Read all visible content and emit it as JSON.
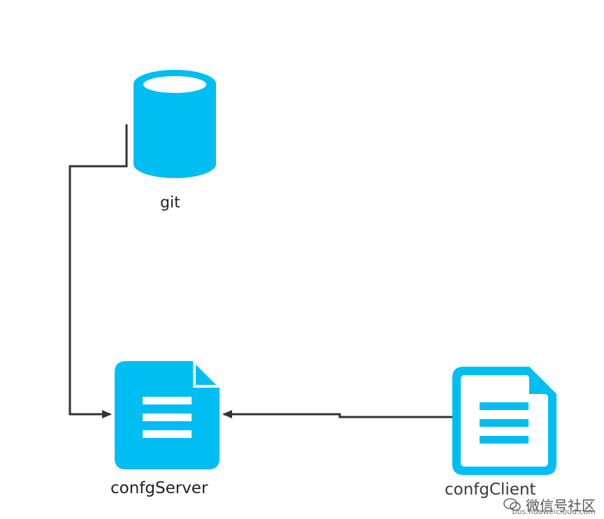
{
  "nodes": {
    "git": {
      "label": "git"
    },
    "config_server": {
      "label": "confgServer"
    },
    "config_client": {
      "label": "confgClient"
    }
  },
  "colors": {
    "node_fill": "#00BDF2",
    "arrow": "#333333",
    "background": "#ffffff"
  },
  "watermark": {
    "text": "微信号社区",
    "sub": "bbs.huaweicloud.com",
    "icon": "wechat-icon"
  }
}
